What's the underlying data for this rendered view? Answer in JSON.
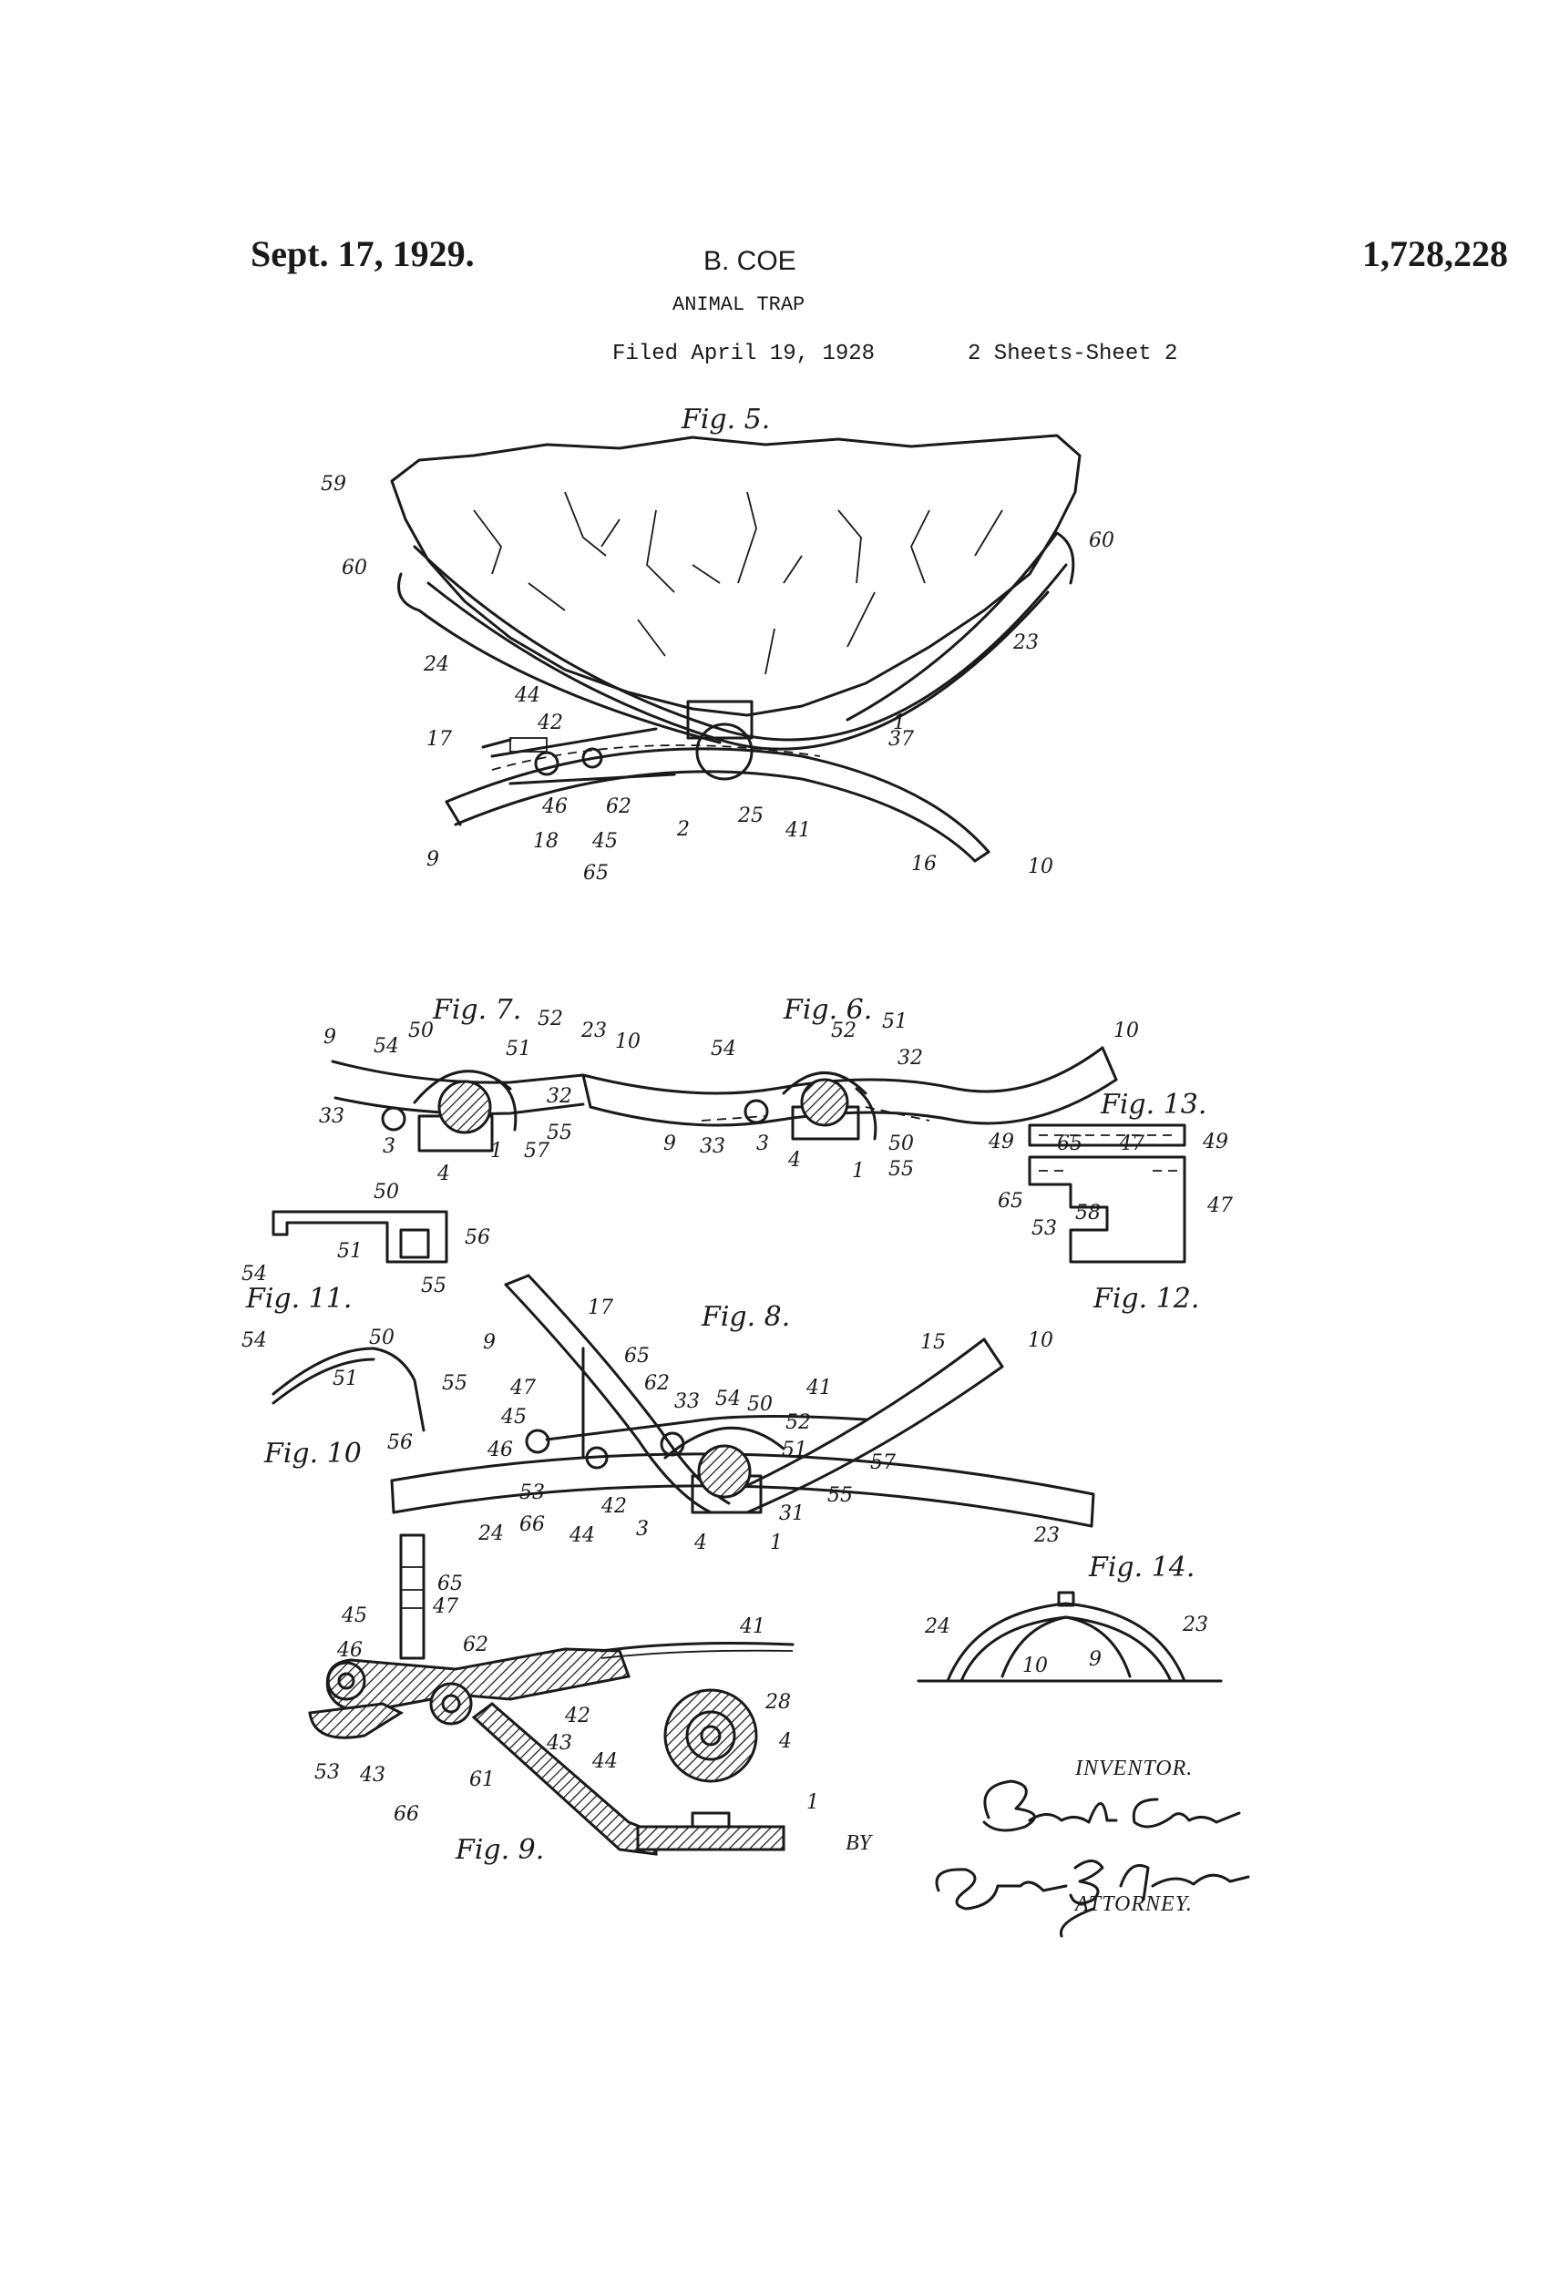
{
  "header": {
    "date": "Sept. 17, 1929.",
    "inventor_name": "B. COE",
    "patent_number": "1,728,228",
    "title": "ANIMAL TRAP",
    "filed": "Filed April 19, 1928",
    "sheets": "2 Sheets-Sheet  2"
  },
  "figures": {
    "fig5": "Fig. 5.",
    "fig6": "Fig. 6.",
    "fig7": "Fig. 7.",
    "fig8": "Fig. 8.",
    "fig9": "Fig. 9.",
    "fig10": "Fig. 10",
    "fig11": "Fig. 11.",
    "fig12": "Fig. 12.",
    "fig13": "Fig. 13.",
    "fig14": "Fig. 14."
  },
  "reference_numerals": {
    "fig5": [
      "59",
      "60",
      "60",
      "23",
      "24",
      "44",
      "42",
      "17",
      "1",
      "37",
      "46",
      "62",
      "45",
      "65",
      "2",
      "25",
      "41",
      "9",
      "18",
      "16",
      "10"
    ],
    "fig7": [
      "9",
      "54",
      "50",
      "52",
      "23",
      "10",
      "51",
      "33",
      "32",
      "55",
      "3",
      "57",
      "4",
      "1"
    ],
    "fig6": [
      "52",
      "51",
      "54",
      "32",
      "10",
      "9",
      "33",
      "3",
      "4",
      "50",
      "55",
      "1"
    ],
    "fig13_12": [
      "65",
      "47",
      "49",
      "49",
      "65",
      "58",
      "47",
      "53"
    ],
    "fig11": [
      "50",
      "56",
      "54",
      "51",
      "55"
    ],
    "fig10": [
      "54",
      "50",
      "51",
      "55",
      "56"
    ],
    "fig8": [
      "9",
      "17",
      "15",
      "10",
      "65",
      "62",
      "47",
      "33",
      "54",
      "50",
      "41",
      "45",
      "46",
      "52",
      "51",
      "57",
      "53",
      "66",
      "42",
      "24",
      "44",
      "3",
      "4",
      "31",
      "55",
      "1",
      "23"
    ],
    "fig9": [
      "65",
      "47",
      "45",
      "46",
      "62",
      "41",
      "42",
      "28",
      "43",
      "4",
      "53",
      "43",
      "66",
      "61",
      "44",
      "1"
    ],
    "fig14": [
      "24",
      "23",
      "10",
      "9"
    ]
  },
  "signatures": {
    "inventor_label": "INVENTOR.",
    "inventor_signature": "Bert Coe",
    "by_label": "BY",
    "attorney_signature": "George B. Ingersoll",
    "attorney_label": "ATTORNEY."
  }
}
